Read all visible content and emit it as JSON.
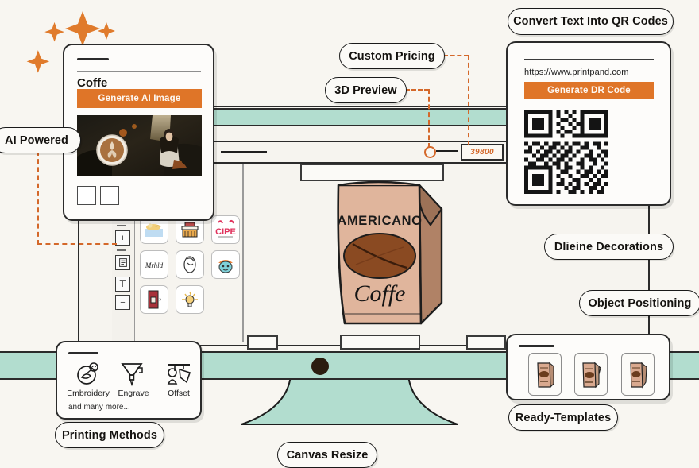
{
  "page": {
    "background_color": "#f8f6f1",
    "accent_orange": "#df7528",
    "accent_teal": "#b2ddcf",
    "ink": "#1a1a1a"
  },
  "labels": {
    "ai_powered": "AI Powered",
    "custom_pricing": "Custom Pricing",
    "three_d_preview": "3D Preview",
    "convert_qr": "Convert Text Into QR Codes",
    "dlieine_decorations": "Dlieine Decorations",
    "object_positioning": "Object Positioning",
    "ready_templates": "Ready-Templates",
    "printing_methods": "Printing Methods",
    "canvas_resize": "Canvas Resize"
  },
  "ai_card": {
    "title": "Coffe",
    "button": "Generate AI Image",
    "image_alt": "ai-generated-coffee-art"
  },
  "qr_card": {
    "url": "https://www.printpand.com",
    "button": "Generate  DR Code"
  },
  "price_tag": {
    "value": "39800"
  },
  "printing_methods": {
    "items": [
      {
        "label": "Embroidery",
        "icon": "embroidery-icon"
      },
      {
        "label": "Engrave",
        "icon": "engrave-icon"
      },
      {
        "label": "Offset",
        "icon": "offset-icon"
      }
    ],
    "footer": "and many more..."
  },
  "product": {
    "brand_line": "AMERICANO",
    "script_line": "Coffe"
  },
  "templates": {
    "items": [
      {
        "name": "coffee-bag-template-1"
      },
      {
        "name": "coffee-bag-template-2"
      },
      {
        "name": "coffee-bag-template-3"
      }
    ]
  },
  "stickers": {
    "items": [
      {
        "name": "sticker-beach"
      },
      {
        "name": "sticker-cake"
      },
      {
        "name": "sticker-cipe-text"
      },
      {
        "name": "sticker-handwriting"
      },
      {
        "name": "sticker-sketch-face"
      },
      {
        "name": "sticker-blue-head"
      },
      {
        "name": "sticker-red-door"
      },
      {
        "name": "sticker-lightbulb"
      }
    ]
  },
  "toolbar": {
    "items": [
      {
        "name": "add-page-icon",
        "glyph": "⊞"
      },
      {
        "name": "duplicate-page-icon",
        "glyph": "▤"
      },
      {
        "name": "align-icon",
        "glyph": "⊤"
      },
      {
        "name": "remove-icon",
        "glyph": "−"
      }
    ]
  }
}
